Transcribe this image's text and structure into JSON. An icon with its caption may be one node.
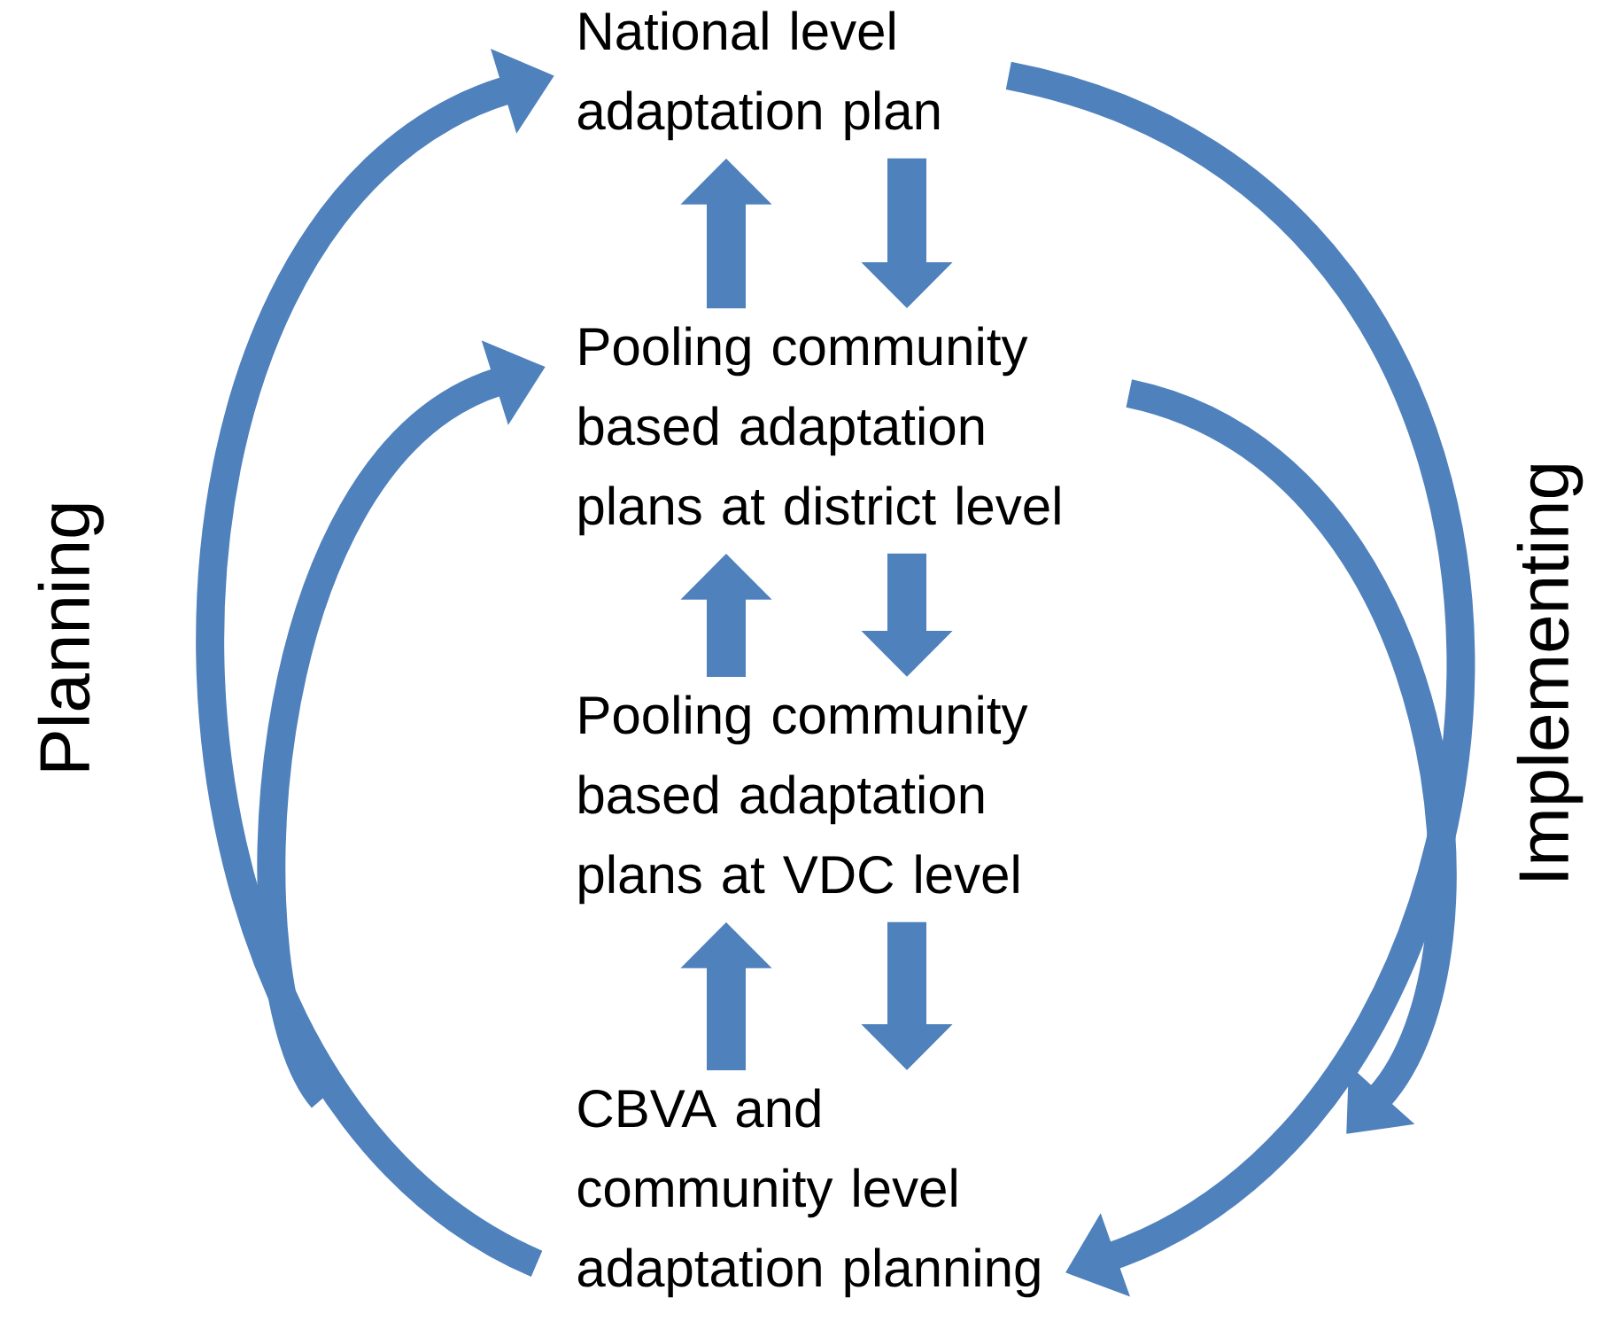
{
  "diagram": {
    "nodes": [
      {
        "text": [
          "National level adaptation plan"
        ]
      },
      {
        "text": [
          "Pooling community based adaptation plans at district level"
        ]
      },
      {
        "text": [
          "Pooling community based adaptation plans at VDC level"
        ]
      },
      {
        "text": [
          "CBVA and community level adaptation planning"
        ]
      }
    ],
    "edges": [
      {
        "from": 3,
        "to": 2,
        "arrow": "to"
      },
      {
        "from": 2,
        "to": 3,
        "arrow": "to"
      },
      {
        "from": 2,
        "to": 1,
        "arrow": "to"
      },
      {
        "from": 1,
        "to": 2,
        "arrow": "to"
      },
      {
        "from": 1,
        "to": 0,
        "arrow": "to"
      },
      {
        "from": 0,
        "to": 1,
        "arrow": "to"
      },
      {
        "from": 3,
        "to": 0,
        "arrow": "to"
      },
      {
        "from": null,
        "to": 1,
        "arrow": "to"
      },
      {
        "from": 0,
        "to": 3,
        "arrow": "to"
      },
      {
        "from": 1,
        "to": null,
        "arrow": "to"
      }
    ],
    "labels": [
      "Planning",
      "Implementing"
    ]
  }
}
